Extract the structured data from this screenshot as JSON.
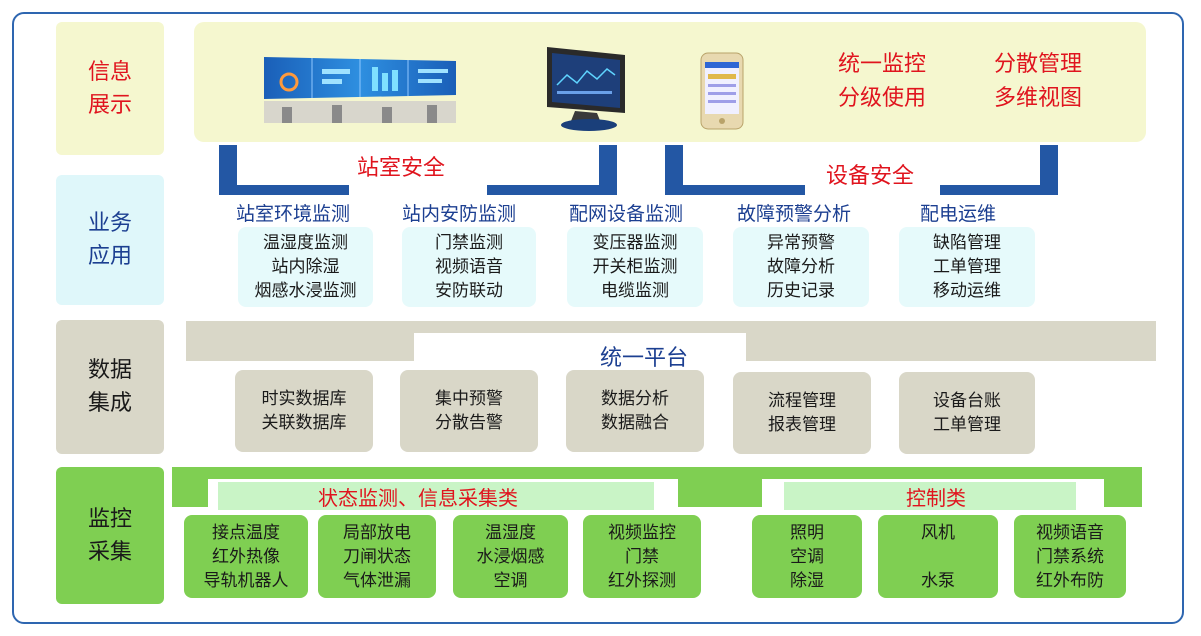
{
  "layers": {
    "info": "信息\n展示",
    "business": "业务\n应用",
    "data": "数据\n集成",
    "monitor": "监控\n采集"
  },
  "display": {
    "slogans": [
      "统一监控",
      "分散管理",
      "分级使用",
      "多维视图"
    ]
  },
  "business": {
    "station_safety": "站室安全",
    "equipment_safety": "设备安全",
    "modules": [
      {
        "title": "站室环境监测",
        "items": "温湿度监测\n站内除湿\n烟感水浸监测"
      },
      {
        "title": "站内安防监测",
        "items": "门禁监测\n视频语音\n安防联动"
      },
      {
        "title": "配网设备监测",
        "items": "变压器监测\n开关柜监测\n电缆监测"
      },
      {
        "title": "故障预警分析",
        "items": "异常预警\n故障分析\n历史记录"
      },
      {
        "title": "配电运维",
        "items": "缺陷管理\n工单管理\n移动运维"
      }
    ]
  },
  "data": {
    "platform": "统一平台",
    "modules": [
      "时实数据库\n关联数据库",
      "集中预警\n分散告警",
      "数据分析\n数据融合",
      "流程管理\n报表管理",
      "设备台账\n工单管理"
    ]
  },
  "monitor": {
    "state_label": "状态监测、信息采集类",
    "control_label": "控制类",
    "state_modules": [
      "接点温度\n红外热像\n导轨机器人",
      "局部放电\n刀闸状态\n气体泄漏",
      "温湿度\n水浸烟感\n空调",
      "视频监控\n门禁\n红外探测"
    ],
    "control_modules": [
      "照明\n空调\n除湿",
      "风机\n\n水泵",
      "视频语音\n门禁系统\n红外布防"
    ]
  },
  "colors": {
    "border": "#2e66b0",
    "info_bg": "#f5f7cf",
    "business_bg": "#dff7fa",
    "data_bg": "#d9d7c8",
    "monitor_bg": "#7fcf52",
    "bar_blue": "#2357a4",
    "red_text": "#e0141e",
    "blue_text": "#1c3f91"
  }
}
